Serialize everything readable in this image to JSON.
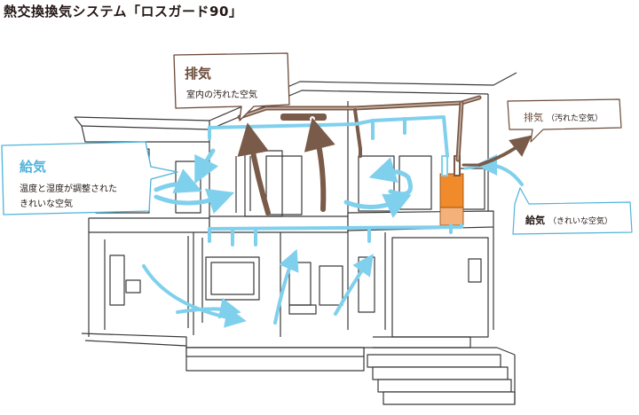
{
  "title": "熱交換換気システム「ロスガード90」",
  "exhaust_callout": {
    "heading": "排気",
    "text": "室内の汚れた空気"
  },
  "supply_callout": {
    "heading": "給気",
    "text_line1": "温度と湿度が調整された",
    "text_line2": "きれいな空気"
  },
  "outdoor_exhaust": {
    "label": "排気",
    "note": "（汚れた空気）"
  },
  "outdoor_supply": {
    "label": "給気",
    "note": "（きれいな空気）"
  },
  "colors": {
    "supply_air": "#7fd0ec",
    "exhaust_air": "#7a5a48",
    "unit": "#f08a2a",
    "line": "#3a3a3a"
  }
}
